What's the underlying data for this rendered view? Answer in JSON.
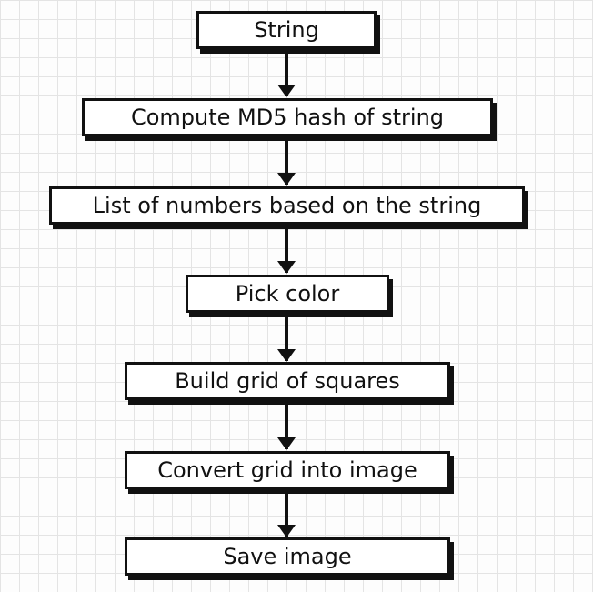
{
  "flowchart": {
    "steps": [
      "String",
      "Compute MD5 hash of string",
      "List of numbers based on the string",
      "Pick color",
      "Build grid of squares",
      "Convert grid into image",
      "Save image"
    ]
  }
}
